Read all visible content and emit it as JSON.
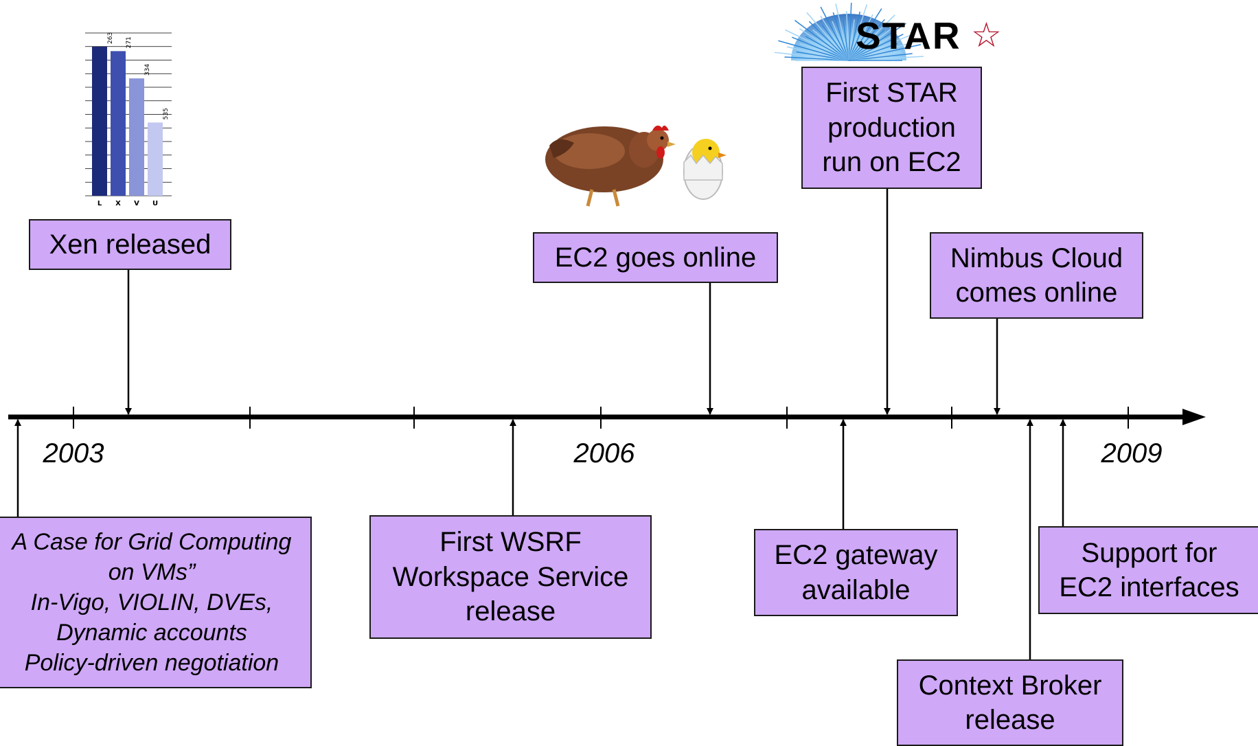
{
  "timeline": {
    "year_labels": [
      "2003",
      "2006",
      "2009"
    ]
  },
  "events_above": [
    {
      "id": "xen",
      "lines": [
        "Xen released"
      ]
    },
    {
      "id": "ec2-online",
      "lines": [
        "EC2 goes online"
      ]
    },
    {
      "id": "star",
      "lines": [
        "First STAR",
        "production",
        "run on EC2"
      ]
    },
    {
      "id": "nimbus",
      "lines": [
        "Nimbus Cloud",
        "comes online"
      ]
    }
  ],
  "events_below": [
    {
      "id": "grid-case",
      "lines": [
        "A Case for Grid Computing",
        "on VMs”",
        "In-Vigo, VIOLIN, DVEs,",
        "Dynamic accounts",
        "Policy-driven negotiation"
      ]
    },
    {
      "id": "wsrf",
      "lines": [
        "First WSRF",
        "Workspace Service",
        "release"
      ]
    },
    {
      "id": "ec2-gateway",
      "lines": [
        "EC2 gateway",
        "available"
      ]
    },
    {
      "id": "context-broker",
      "lines": [
        "Context Broker",
        "release"
      ]
    },
    {
      "id": "ec2-interfaces",
      "lines": [
        "Support for",
        "EC2 interfaces"
      ]
    }
  ],
  "xen_chart": {
    "categories": [
      "L",
      "X",
      "V",
      "U"
    ],
    "values": [
      263,
      271,
      334,
      535
    ],
    "colors": [
      "#1c2a7a",
      "#3f4fb0",
      "#8a94d8",
      "#c2c8f0"
    ]
  },
  "star_logo": {
    "text": "STAR",
    "glyph": "☆",
    "glyph_color": "#b3122b"
  },
  "colors": {
    "box_fill": "#cfa8f7",
    "box_border": "#1a1a1a",
    "line": "#000000"
  }
}
